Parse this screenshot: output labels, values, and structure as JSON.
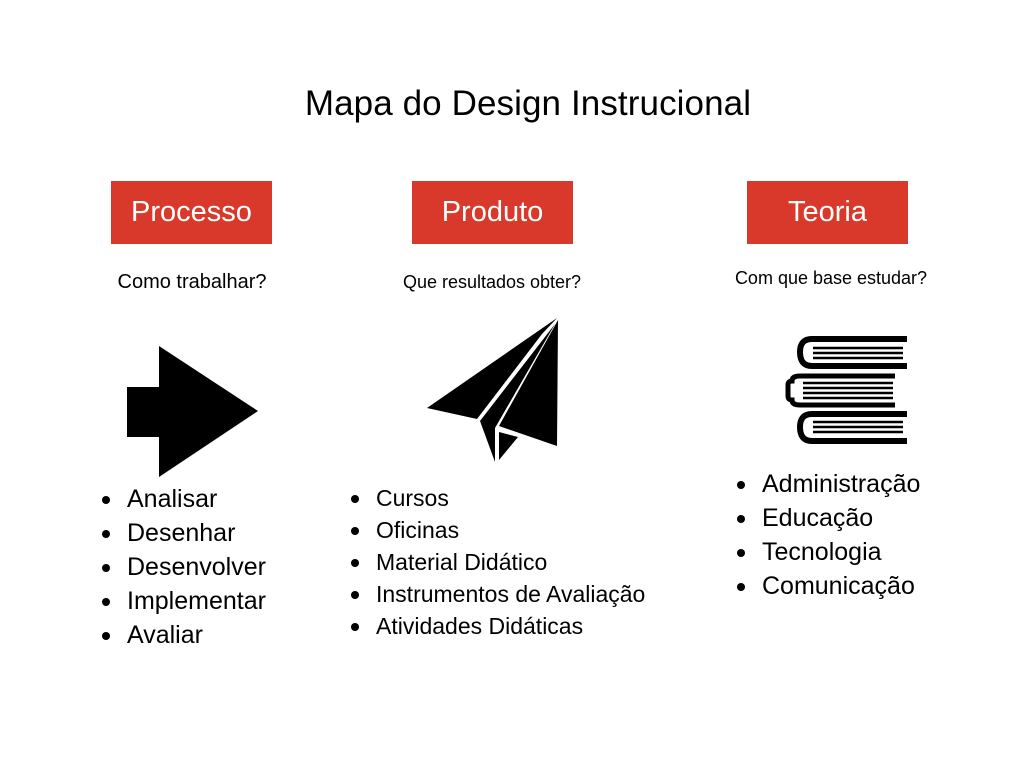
{
  "slide": {
    "title": "Mapa do Design Instrucional",
    "accent_color": "#D9392A"
  },
  "columns": [
    {
      "id": "processo",
      "header": "Processo",
      "question": "Como trabalhar?",
      "icon": "arrow-right-icon",
      "items": [
        "Analisar",
        "Desenhar",
        "Desenvolver",
        "Implementar",
        "Avaliar"
      ]
    },
    {
      "id": "produto",
      "header": "Produto",
      "question": "Que resultados obter?",
      "icon": "paper-plane-icon",
      "items": [
        "Cursos",
        "Oficinas",
        "Material Didático",
        "Instrumentos de Avaliação",
        "Atividades Didáticas"
      ]
    },
    {
      "id": "teoria",
      "header": "Teoria",
      "question": "Com que base estudar?",
      "icon": "books-stack-icon",
      "items": [
        "Administração",
        "Educação",
        "Tecnologia",
        "Comunicação"
      ]
    }
  ]
}
